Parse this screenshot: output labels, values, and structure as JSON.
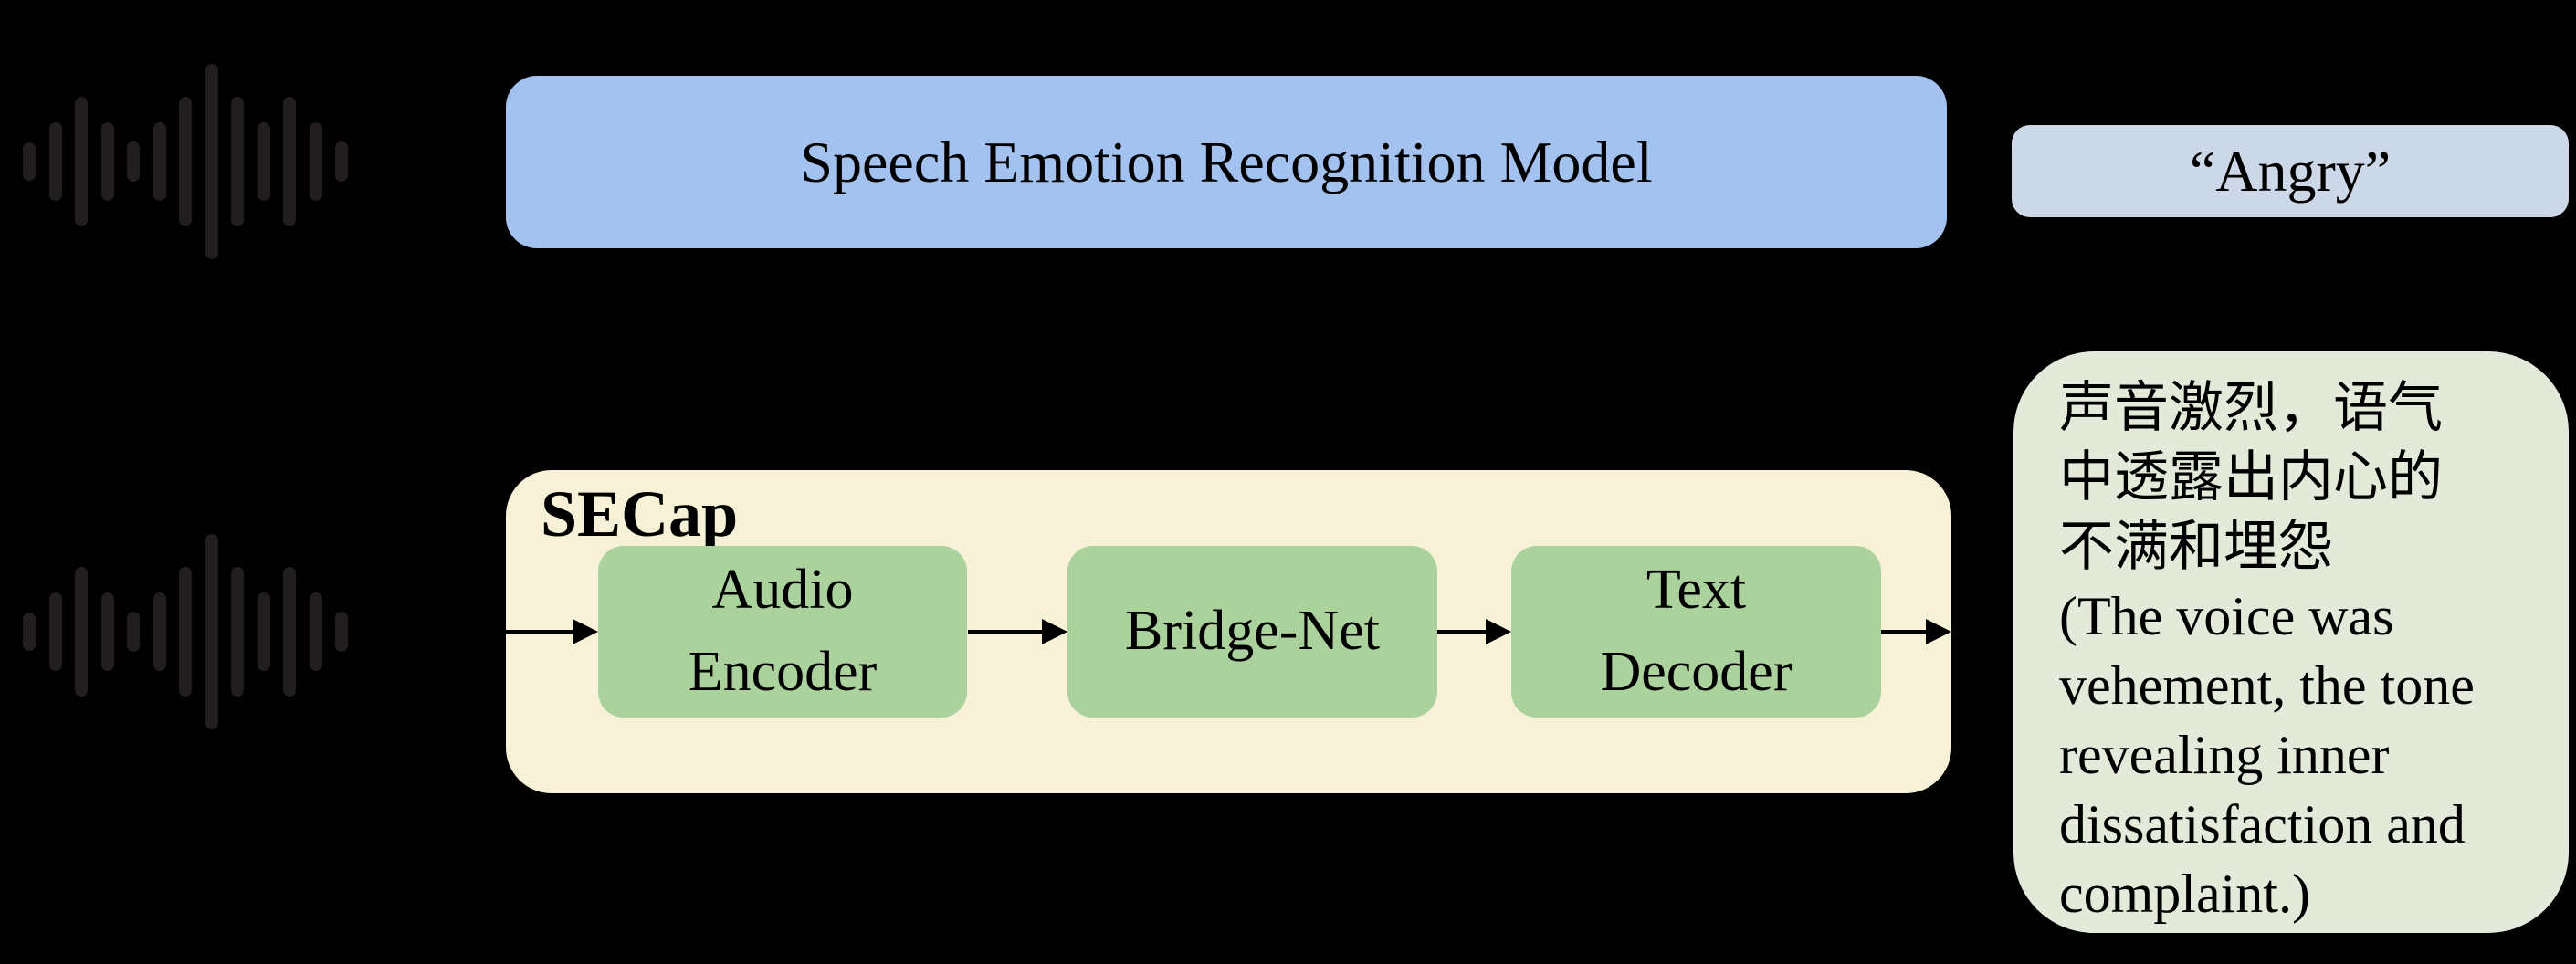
{
  "figure": {
    "description_labels": {
      "ser_model": "Speech Emotion Recognition Model",
      "ser_output": "“Angry”",
      "framework": "SECap"
    }
  },
  "top_row": {
    "model_label": "Speech Emotion Recognition Model",
    "output_label": "“Angry”"
  },
  "bottom_row": {
    "framework_label": "SECap",
    "modules": [
      {
        "lines": [
          "Audio",
          "Encoder"
        ]
      },
      {
        "lines": [
          "Bridge-Net"
        ]
      },
      {
        "lines": [
          "Text",
          "Decoder"
        ]
      }
    ],
    "caption": {
      "lines": [
        "声音激烈，语气",
        "中透露出内心的",
        "不满和埋怨",
        "(The voice was",
        "vehement, the tone",
        "revealing inner",
        "dissatisfaction and",
        "complaint.)"
      ]
    }
  },
  "icons": {
    "waveform_icon": "audio-waveform",
    "waveform_bar_heights": [
      42,
      86,
      142,
      86,
      44,
      86,
      142,
      214,
      142,
      86,
      142,
      86,
      44
    ]
  },
  "colors": {
    "background": "#000000",
    "ser_box": "#a3c2f0",
    "angry_box": "#ccd8e8",
    "secap_box": "#f7f2d7",
    "module_box": "#abd19d",
    "bubble": "#e3ead9",
    "waveform": "#221e20",
    "arrow": "#000000",
    "text": "#000000"
  }
}
